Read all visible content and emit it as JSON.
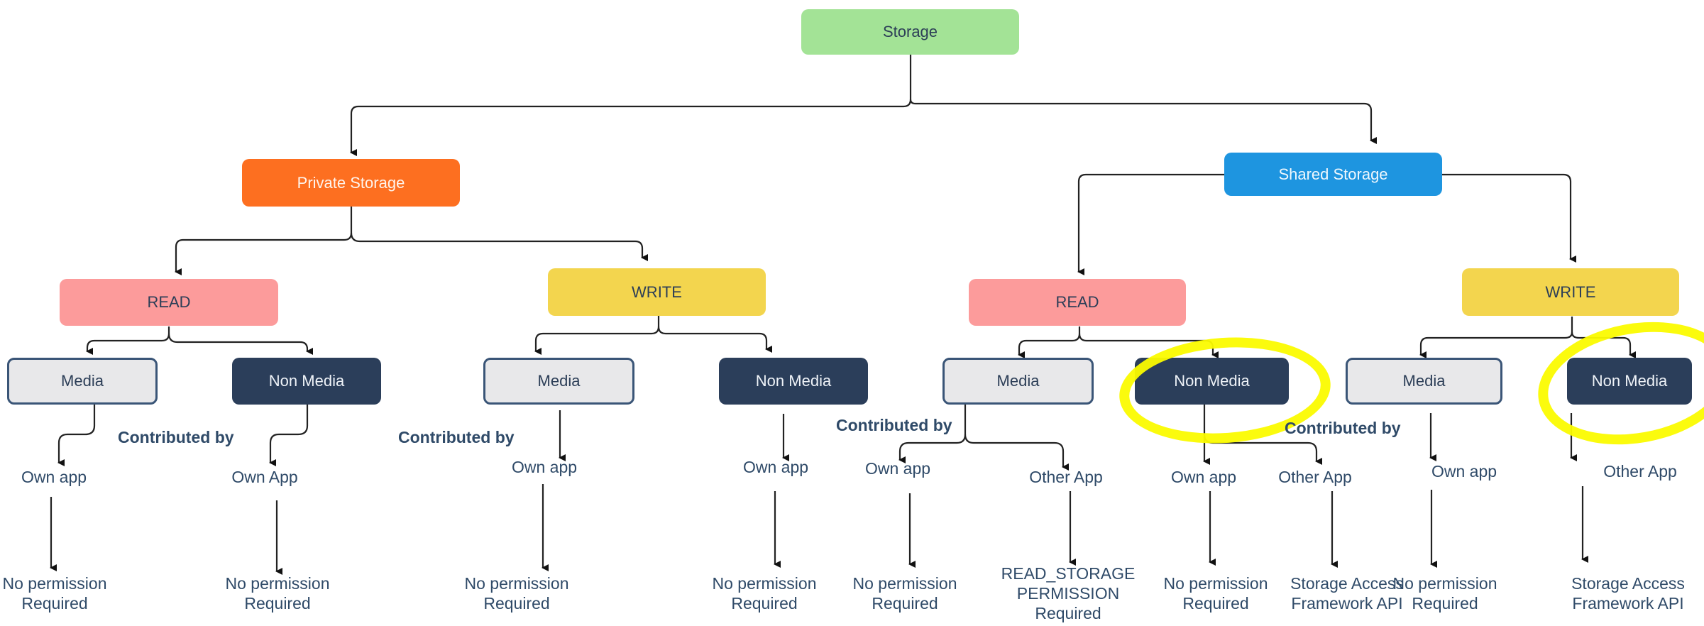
{
  "diagram": {
    "root": "Storage",
    "private": {
      "label": "Private Storage",
      "read": {
        "label": "READ",
        "media": {
          "label": "Media",
          "contributed_by": "Contributed by",
          "source": "Own app",
          "result": [
            "No permission",
            "Required"
          ]
        },
        "non_media": {
          "label": "Non Media",
          "source": "Own App",
          "result": [
            "No permission",
            "Required"
          ]
        }
      },
      "write": {
        "label": "WRITE",
        "media": {
          "label": "Media",
          "contributed_by": "Contributed by",
          "source": "Own app",
          "result": [
            "No permission",
            "Required"
          ]
        },
        "non_media": {
          "label": "Non Media",
          "source": "Own app",
          "result": [
            "No permission",
            "Required"
          ]
        }
      }
    },
    "shared": {
      "label": "Shared Storage",
      "read": {
        "label": "READ",
        "media": {
          "label": "Media",
          "contributed_by": "Contributed by",
          "own": {
            "source": "Own app",
            "result": [
              "No permission",
              "Required"
            ]
          },
          "other": {
            "source": "Other App",
            "result": [
              "READ_STORAGE",
              "PERMISSION",
              "Required"
            ]
          }
        },
        "non_media": {
          "label": "Non Media",
          "contributed_by": "Contributed by",
          "highlighted": true,
          "own": {
            "source": "Own app",
            "result": [
              "No permission",
              "Required"
            ]
          },
          "other": {
            "source": "Other App",
            "result": [
              "Storage Access",
              "Framework API"
            ]
          }
        }
      },
      "write": {
        "label": "WRITE",
        "media": {
          "label": "Media",
          "source": "Own app",
          "result": [
            "No permission",
            "Required"
          ]
        },
        "non_media": {
          "label": "Non Media",
          "highlighted": true,
          "source": "Other App",
          "result": [
            "Storage Access",
            "Framework API"
          ]
        }
      }
    },
    "colors": {
      "root": "#a3e396",
      "private": "#fd6f20",
      "shared": "#1e95e0",
      "read": "#fc9b9b",
      "write": "#f3d54e",
      "media": "#e8e8ea",
      "non_media": "#2b3e5a",
      "highlight": "#fbfb00",
      "text": "#2f4a68"
    }
  }
}
